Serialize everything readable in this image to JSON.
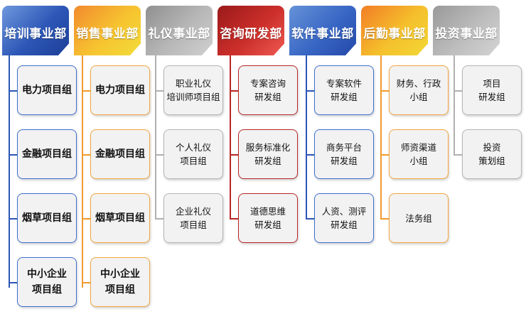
{
  "colors": {
    "blue": "#2c56b6",
    "orange": "#f29a2e",
    "gray": "#b0b0b0",
    "red": "#b82524",
    "box_fill": "#f2f2f2"
  },
  "departments": [
    {
      "title": "培训事业部",
      "groups": [
        "电力项目组",
        "金融项目组",
        "烟草项目组",
        "中小企业\n项目组"
      ]
    },
    {
      "title": "销售事业部",
      "groups": [
        "电力项目组",
        "金融项目组",
        "烟草项目组",
        "中小企业\n项目组"
      ]
    },
    {
      "title": "礼仪事业部",
      "groups": [
        "职业礼仪\n培训师项目组",
        "个人礼仪\n项目组",
        "企业礼仪\n项目组"
      ]
    },
    {
      "title": "咨询研发部",
      "groups": [
        "专案咨询\n研发组",
        "服务标准化\n研发组",
        "道德思维\n研发组"
      ]
    },
    {
      "title": "软件事业部",
      "groups": [
        "专案软件\n研发组",
        "商务平台\n研发组",
        "人资、测评\n研发组"
      ]
    },
    {
      "title": "后勤事业部",
      "groups": [
        "财务、行政\n小组",
        "师资渠道\n小组",
        "法务组"
      ]
    },
    {
      "title": "投资事业部",
      "groups": [
        "项目\n研发组",
        "投资\n策划组"
      ]
    }
  ]
}
